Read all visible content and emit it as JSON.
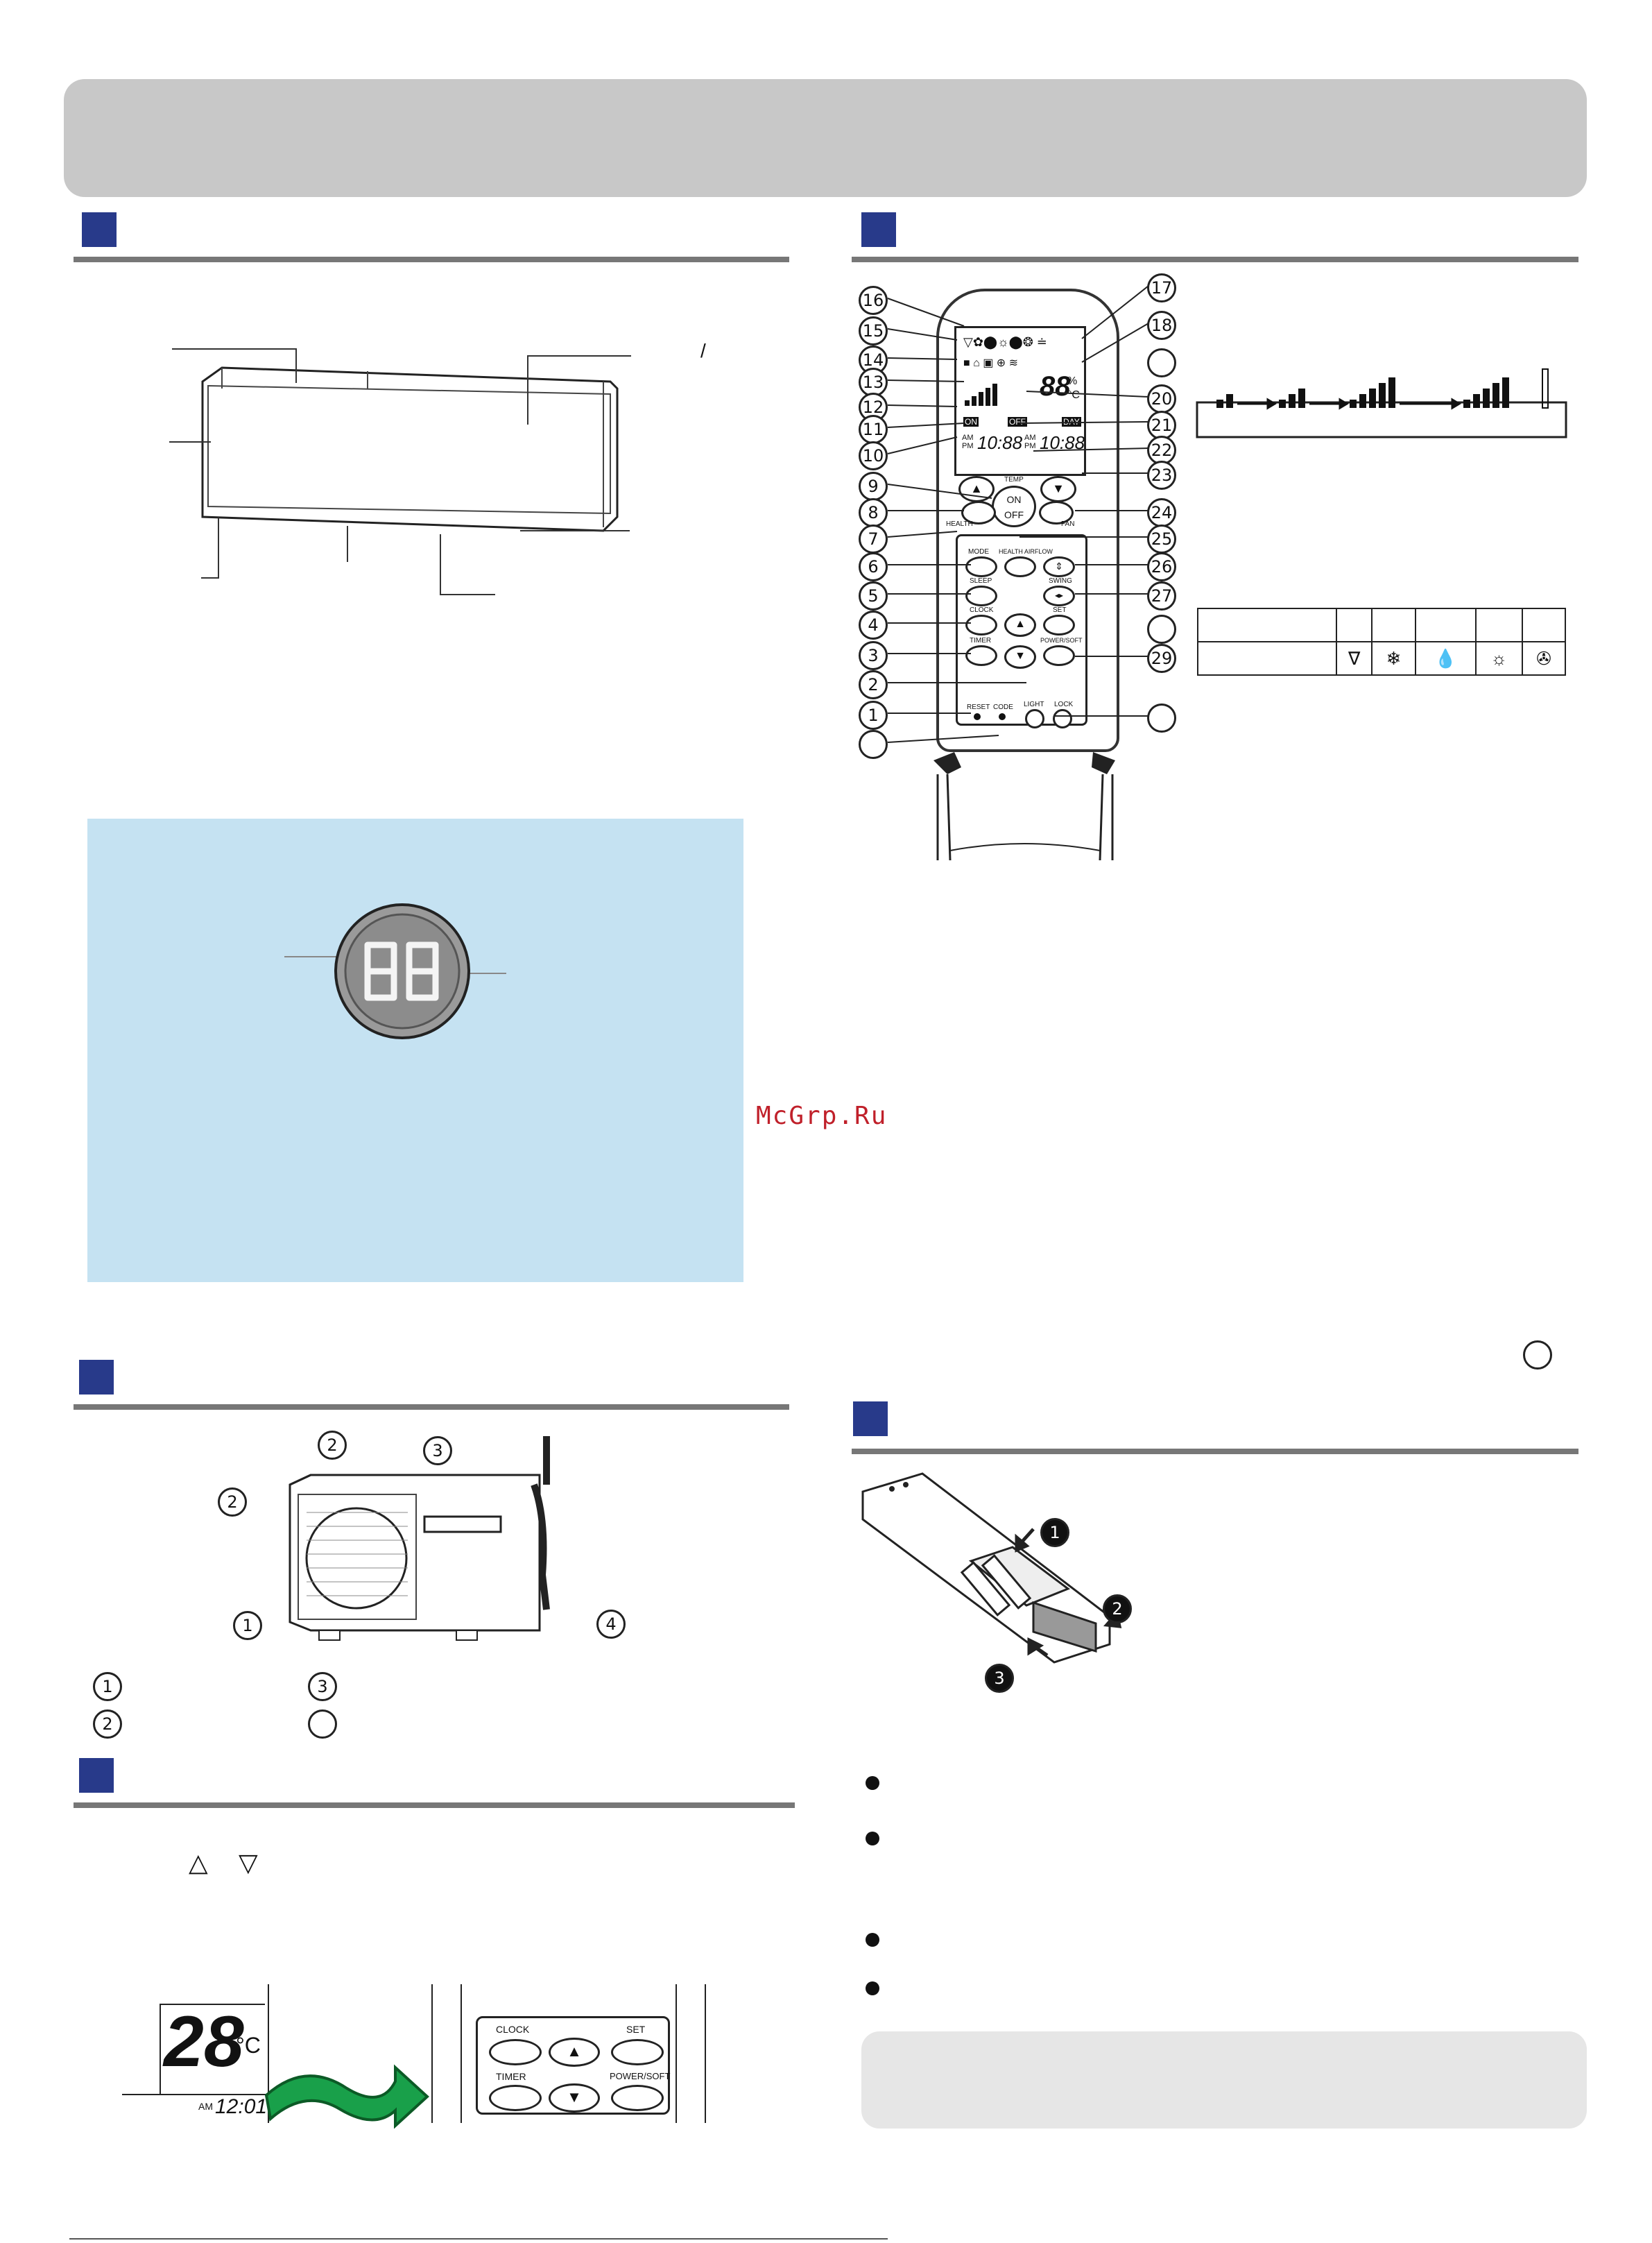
{
  "watermark": "McGrp.Ru",
  "display_digits": "88",
  "remote": {
    "lcd_small": "88",
    "lcd_unit_percent": "%",
    "lcd_unit_c": "°C",
    "lcd_time_left": "10:88",
    "lcd_time_right": "10:88",
    "lcd_am": "AM",
    "lcd_pm": "PM",
    "lcd_on": "ON",
    "lcd_off": "OFF",
    "lcd_day": "DAY",
    "temp_label": "TEMP",
    "on_label": "ON",
    "off_label": "OFF",
    "health_label": "HEALTH",
    "fan_label": "FAN",
    "mode_label": "MODE",
    "health_airflow_label": "HEALTH AIRFLOW",
    "sleep_label": "SLEEP",
    "swing_label": "SWING",
    "clock_label": "CLOCK",
    "set_label": "SET",
    "timer_label": "TIMER",
    "powersoft_label": "POWER/SOFT",
    "light_label": "LIGHT",
    "reset_label": "RESET",
    "code_label": "CODE",
    "lock_label": "LOCK"
  },
  "callouts_left": [
    "16",
    "15",
    "14",
    "13",
    "12",
    "11",
    "10",
    "9",
    "8",
    "7",
    "6",
    "5",
    "4",
    "3",
    "2",
    "1"
  ],
  "callouts_right": [
    "17",
    "18",
    "",
    "20",
    "21",
    "22",
    "23",
    "24",
    "25",
    "26",
    "27",
    "",
    "29",
    ""
  ],
  "outdoor": {
    "callouts": [
      "2",
      "3",
      "2",
      "1",
      "4"
    ],
    "legend": [
      "1",
      "3",
      "2",
      ""
    ]
  },
  "clock_demo": {
    "temp": "28",
    "unit": "°C",
    "am": "AM",
    "time": "12:01",
    "clock": "CLOCK",
    "set": "SET",
    "timer": "TIMER",
    "powersoft": "POWER/SOFT"
  },
  "arrow_symbols": {
    "up": "△",
    "down": "▽"
  },
  "battery_callouts": [
    "1",
    "2",
    "3"
  ],
  "mode_icons": [
    "auto-icon",
    "cool-icon",
    "dry-icon",
    "heat-icon",
    "fan-icon"
  ]
}
